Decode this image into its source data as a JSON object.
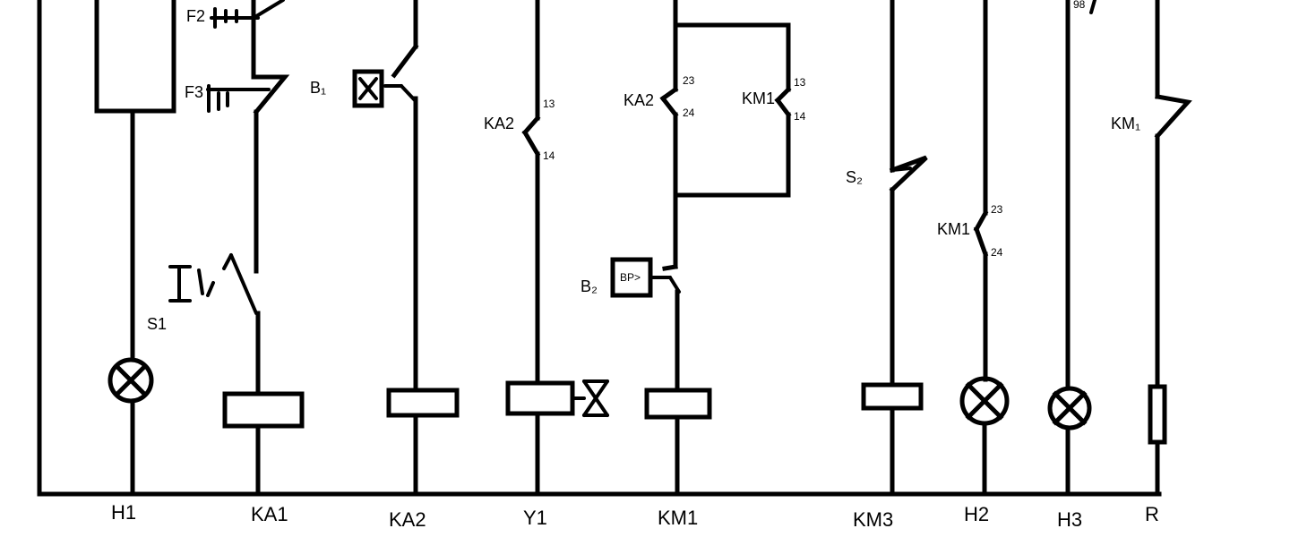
{
  "bottom_labels": [
    "H1",
    "KA1",
    "KA2",
    "Y1",
    "KM1",
    "KM3",
    "H2",
    "H3",
    "R"
  ],
  "component_labels": {
    "f2": "F2",
    "f3": "F3",
    "b1": "B₁",
    "s1": "S1",
    "ka2_contact_a": "KA2",
    "ka2_contact_b": "KA2",
    "km1_contact_a": "KM1",
    "km1_contact_b": "KM1",
    "b2": "B₂",
    "b2_sensor": "BP>",
    "s2": "S₂",
    "km1_contact_c": "KM1",
    "km1_contact_d": "KM₁"
  },
  "terminals": {
    "ka2_a_top": "13",
    "ka2_a_bottom": "14",
    "ka2_b_top": "23",
    "ka2_b_bottom": "24",
    "km1_b_top": "13",
    "km1_b_bottom": "14",
    "km1_c_top": "23",
    "km1_c_bottom": "24",
    "h3_top": "98"
  }
}
